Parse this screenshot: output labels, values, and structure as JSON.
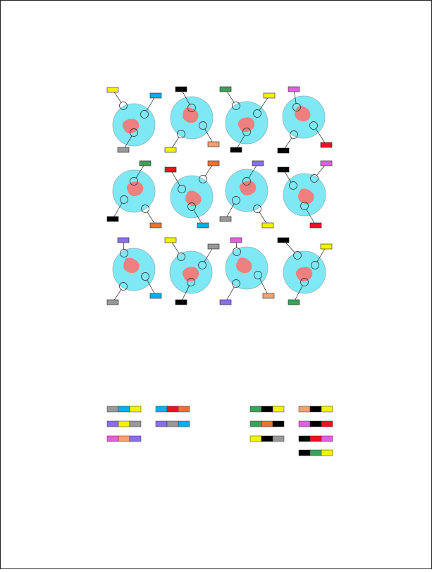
{
  "colors": {
    "page_border": "#222222",
    "cell_fill": "#7fe8f5",
    "cell_stroke": "#8fb3b8",
    "nucleus": "#f08080",
    "Y": "#f2f200",
    "C": "#00b0f0",
    "G": "#3fa05a",
    "M": "#e060e0",
    "K": "#000000",
    "R": "#ee1122",
    "O": "#f07030",
    "A": "#999999",
    "S": "#f4a072",
    "P": "#8a70e8"
  },
  "cells": [
    {
      "name": "cell-r1-c1",
      "tags": [
        "Y",
        "C",
        "A"
      ]
    },
    {
      "name": "cell-r1-c2",
      "tags": [
        "K",
        "S",
        "Y"
      ]
    },
    {
      "name": "cell-r1-c3",
      "tags": [
        "G",
        "Y",
        "K"
      ]
    },
    {
      "name": "cell-r1-c4",
      "tags": [
        "M",
        "R",
        "K"
      ]
    },
    {
      "name": "cell-r2-c1",
      "tags": [
        "G",
        "K",
        "O"
      ]
    },
    {
      "name": "cell-r2-c2",
      "tags": [
        "R",
        "O",
        "C"
      ]
    },
    {
      "name": "cell-r2-c3",
      "tags": [
        "P",
        "Y",
        "A"
      ]
    },
    {
      "name": "cell-r2-c4",
      "tags": [
        "K",
        "M",
        "R"
      ]
    },
    {
      "name": "cell-r3-c1",
      "tags": [
        "P",
        "C",
        "A"
      ]
    },
    {
      "name": "cell-r3-c2",
      "tags": [
        "Y",
        "A",
        "K"
      ]
    },
    {
      "name": "cell-r3-c3",
      "tags": [
        "M",
        "P",
        "S"
      ]
    },
    {
      "name": "cell-r3-c4",
      "tags": [
        "K",
        "Y",
        "G"
      ]
    }
  ],
  "legend_groups": [
    {
      "name": "legend-group-1",
      "bars": [
        [
          "A",
          "C",
          "Y"
        ],
        [
          "P",
          "Y",
          "A"
        ],
        [
          "M",
          "S",
          "P"
        ]
      ]
    },
    {
      "name": "legend-group-2",
      "bars": [
        [
          "C",
          "R",
          "O"
        ],
        [
          "P",
          "A",
          "C"
        ]
      ]
    },
    {
      "name": "legend-group-3",
      "bars": [
        [
          "G",
          "K",
          "Y"
        ],
        [
          "G",
          "O",
          "K"
        ],
        [
          "Y",
          "K",
          "A"
        ]
      ]
    },
    {
      "name": "legend-group-4",
      "bars": [
        [
          "S",
          "K",
          "Y"
        ],
        [
          "M",
          "K",
          "R"
        ],
        [
          "K",
          "R",
          "M"
        ],
        [
          "K",
          "G",
          "Y"
        ]
      ]
    }
  ]
}
